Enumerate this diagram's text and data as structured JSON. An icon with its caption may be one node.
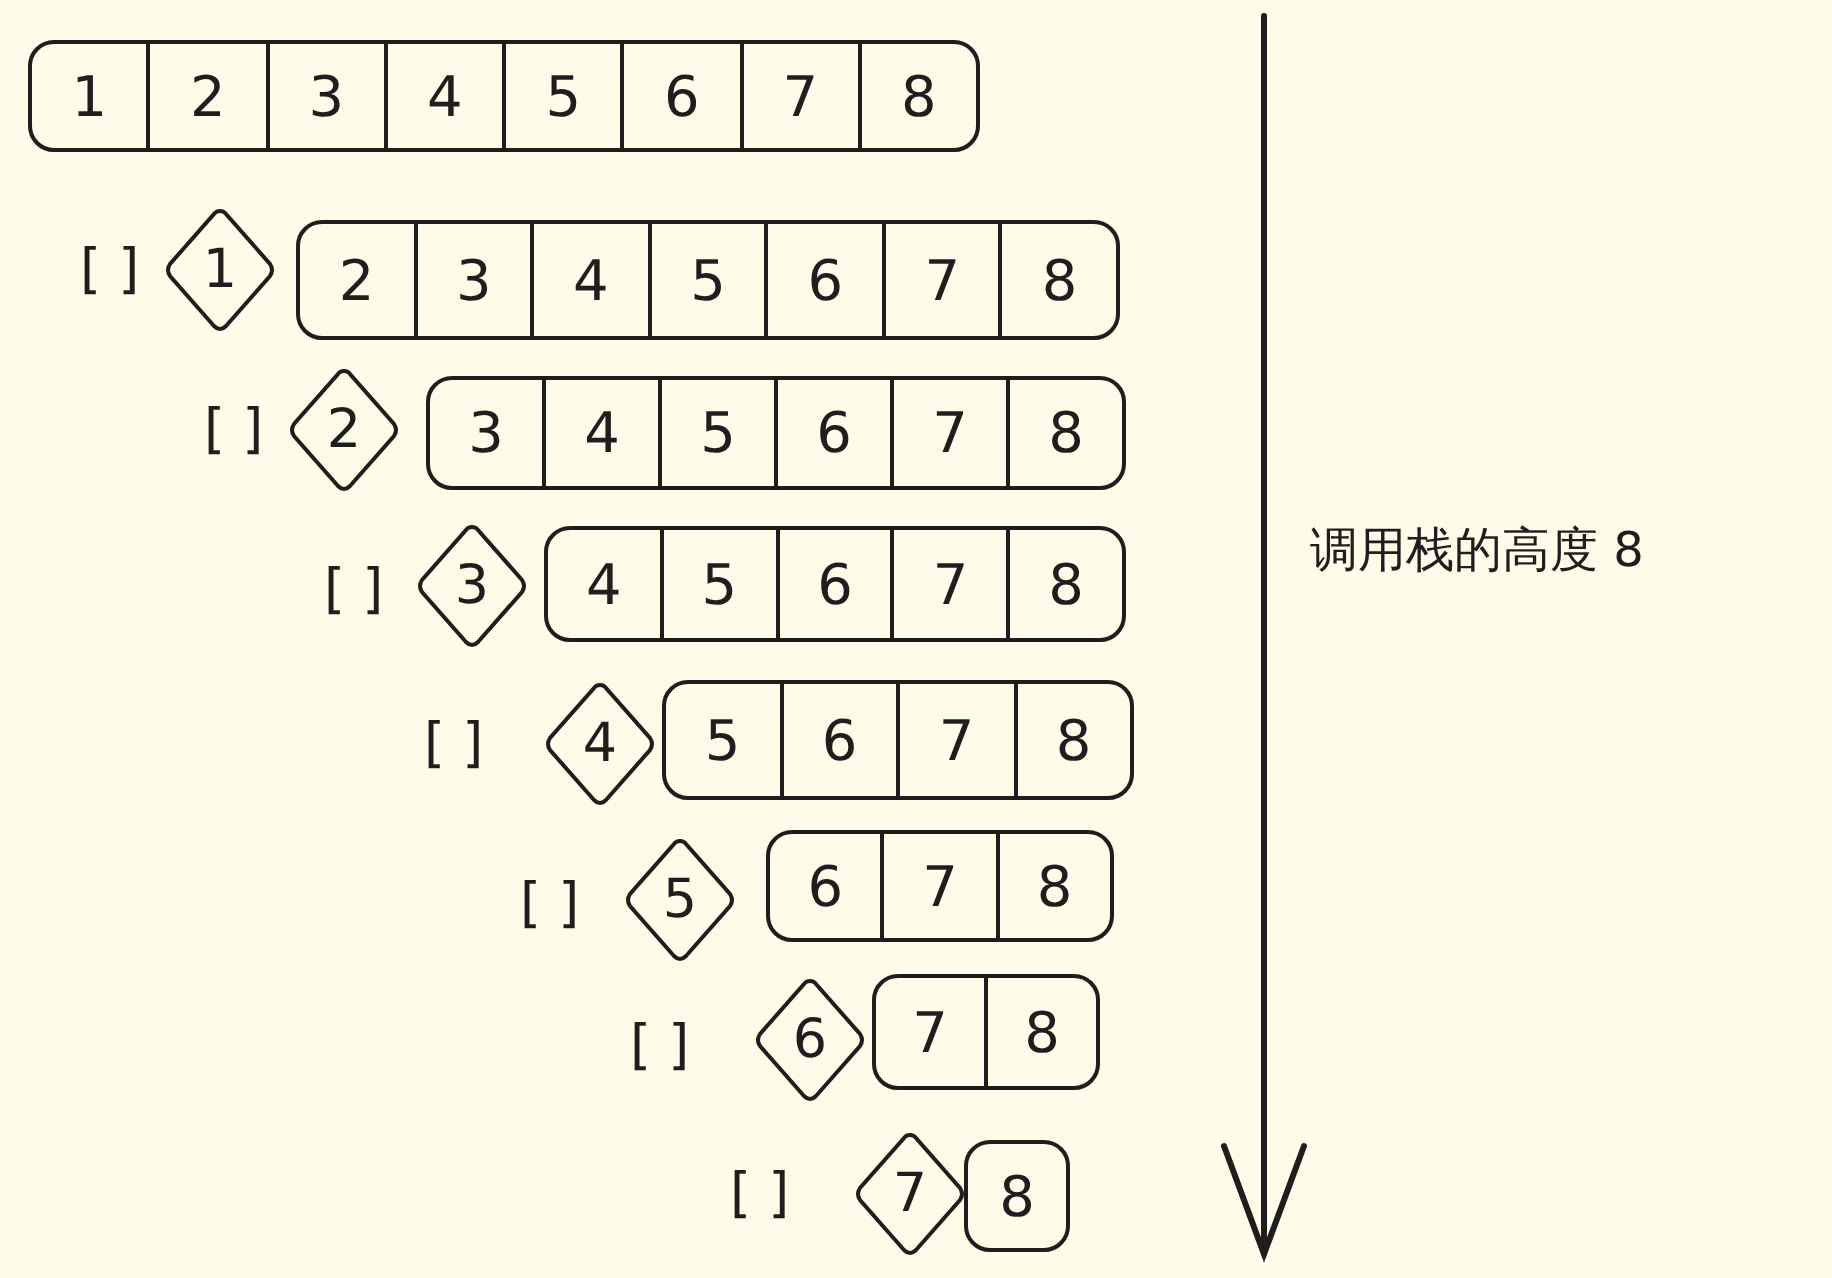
{
  "diagram": {
    "nodes": [
      {
        "text": [
          "1",
          "2",
          "3",
          "4",
          "5",
          "6",
          "7",
          "8"
        ]
      },
      {
        "text": [
          "1"
        ]
      },
      {
        "text": [
          "2",
          "3",
          "4",
          "5",
          "6",
          "7",
          "8"
        ]
      },
      {
        "text": [
          "2"
        ]
      },
      {
        "text": [
          "3",
          "4",
          "5",
          "6",
          "7",
          "8"
        ]
      },
      {
        "text": [
          "3"
        ]
      },
      {
        "text": [
          "4",
          "5",
          "6",
          "7",
          "8"
        ]
      },
      {
        "text": [
          "4"
        ]
      },
      {
        "text": [
          "5",
          "6",
          "7",
          "8"
        ]
      },
      {
        "text": [
          "5"
        ]
      },
      {
        "text": [
          "6",
          "7",
          "8"
        ]
      },
      {
        "text": [
          "6"
        ]
      },
      {
        "text": [
          "7",
          "8"
        ]
      },
      {
        "text": [
          "7"
        ]
      },
      {
        "text": [
          "8"
        ]
      }
    ],
    "labels": [
      "[ ]",
      "[ ]",
      "[ ]",
      "[ ]",
      "[ ]",
      "[ ]",
      "[ ]",
      "调用栈的高度 8"
    ]
  }
}
